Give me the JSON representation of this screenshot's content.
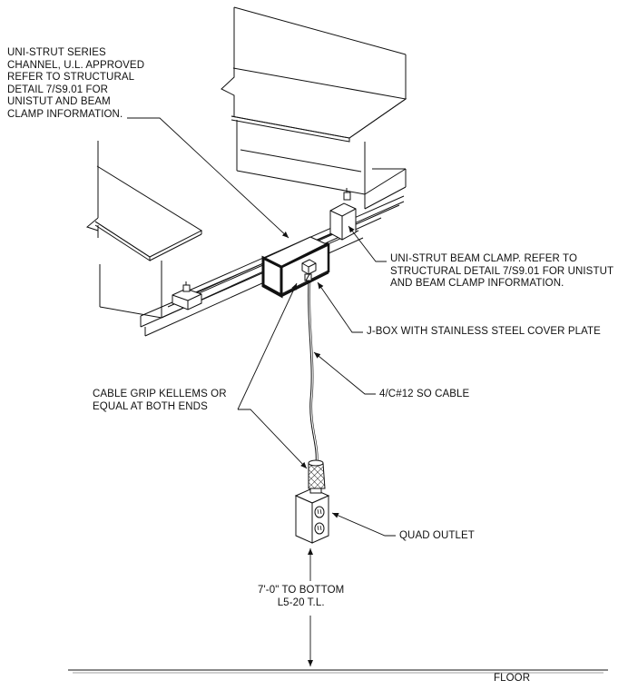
{
  "callouts": {
    "unistrut_channel": "UNI-STRUT SERIES\nCHANNEL, U.L. APPROVED\nREFER TO STRUCTURAL\nDETAIL 7/S9.01 FOR\nUNISTUT AND BEAM\nCLAMP INFORMATION.",
    "beam_clamp": "UNI-STRUT BEAM CLAMP. REFER TO\nSTRUCTURAL DETAIL 7/S9.01 FOR UNISTUT\nAND BEAM CLAMP INFORMATION.",
    "jbox": "J-BOX WITH STAINLESS STEEL COVER PLATE",
    "so_cable": "4/C#12 SO CABLE",
    "cable_grip": "CABLE GRIP KELLEMS OR\nEQUAL AT BOTH ENDS",
    "quad_outlet": "QUAD OUTLET",
    "dimension": "7'-0\" TO BOTTOM\nL5-20 T.L.",
    "floor": "FLOOR"
  }
}
